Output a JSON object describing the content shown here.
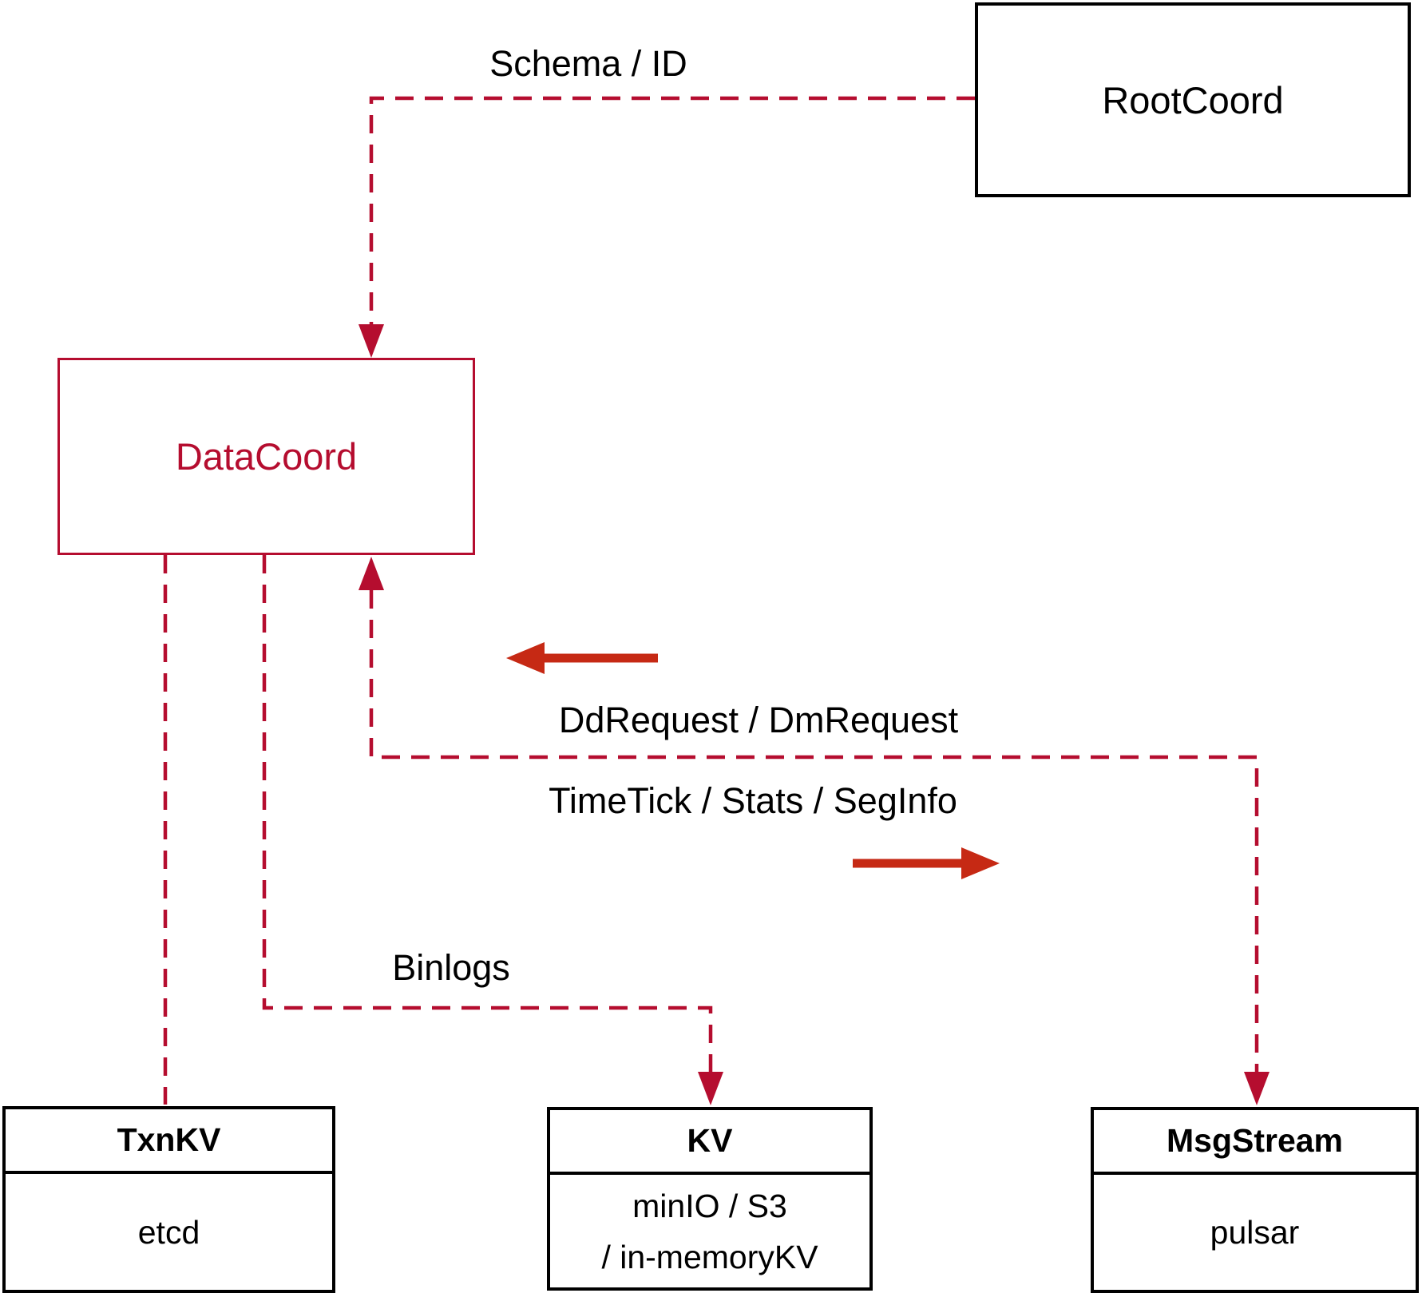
{
  "colors": {
    "dashed_red": "#B50D2F",
    "solid_red": "#C62914",
    "box_black": "#000000"
  },
  "nodes": {
    "rootcoord": {
      "label": "RootCoord"
    },
    "datacoord": {
      "label": "DataCoord"
    },
    "txnkv": {
      "title": "TxnKV",
      "body": "etcd"
    },
    "kv": {
      "title": "KV",
      "body_line1": "minIO / S3",
      "body_line2": "/ in-memoryKV"
    },
    "msgstream": {
      "title": "MsgStream",
      "body": "pulsar"
    }
  },
  "edges": {
    "schema_id": {
      "label": "Schema / ID"
    },
    "dd_dm_request": {
      "label": "DdRequest / DmRequest"
    },
    "timetick_stats_seginfo": {
      "label": "TimeTick / Stats / SegInfo"
    },
    "binlogs": {
      "label": "Binlogs"
    }
  }
}
